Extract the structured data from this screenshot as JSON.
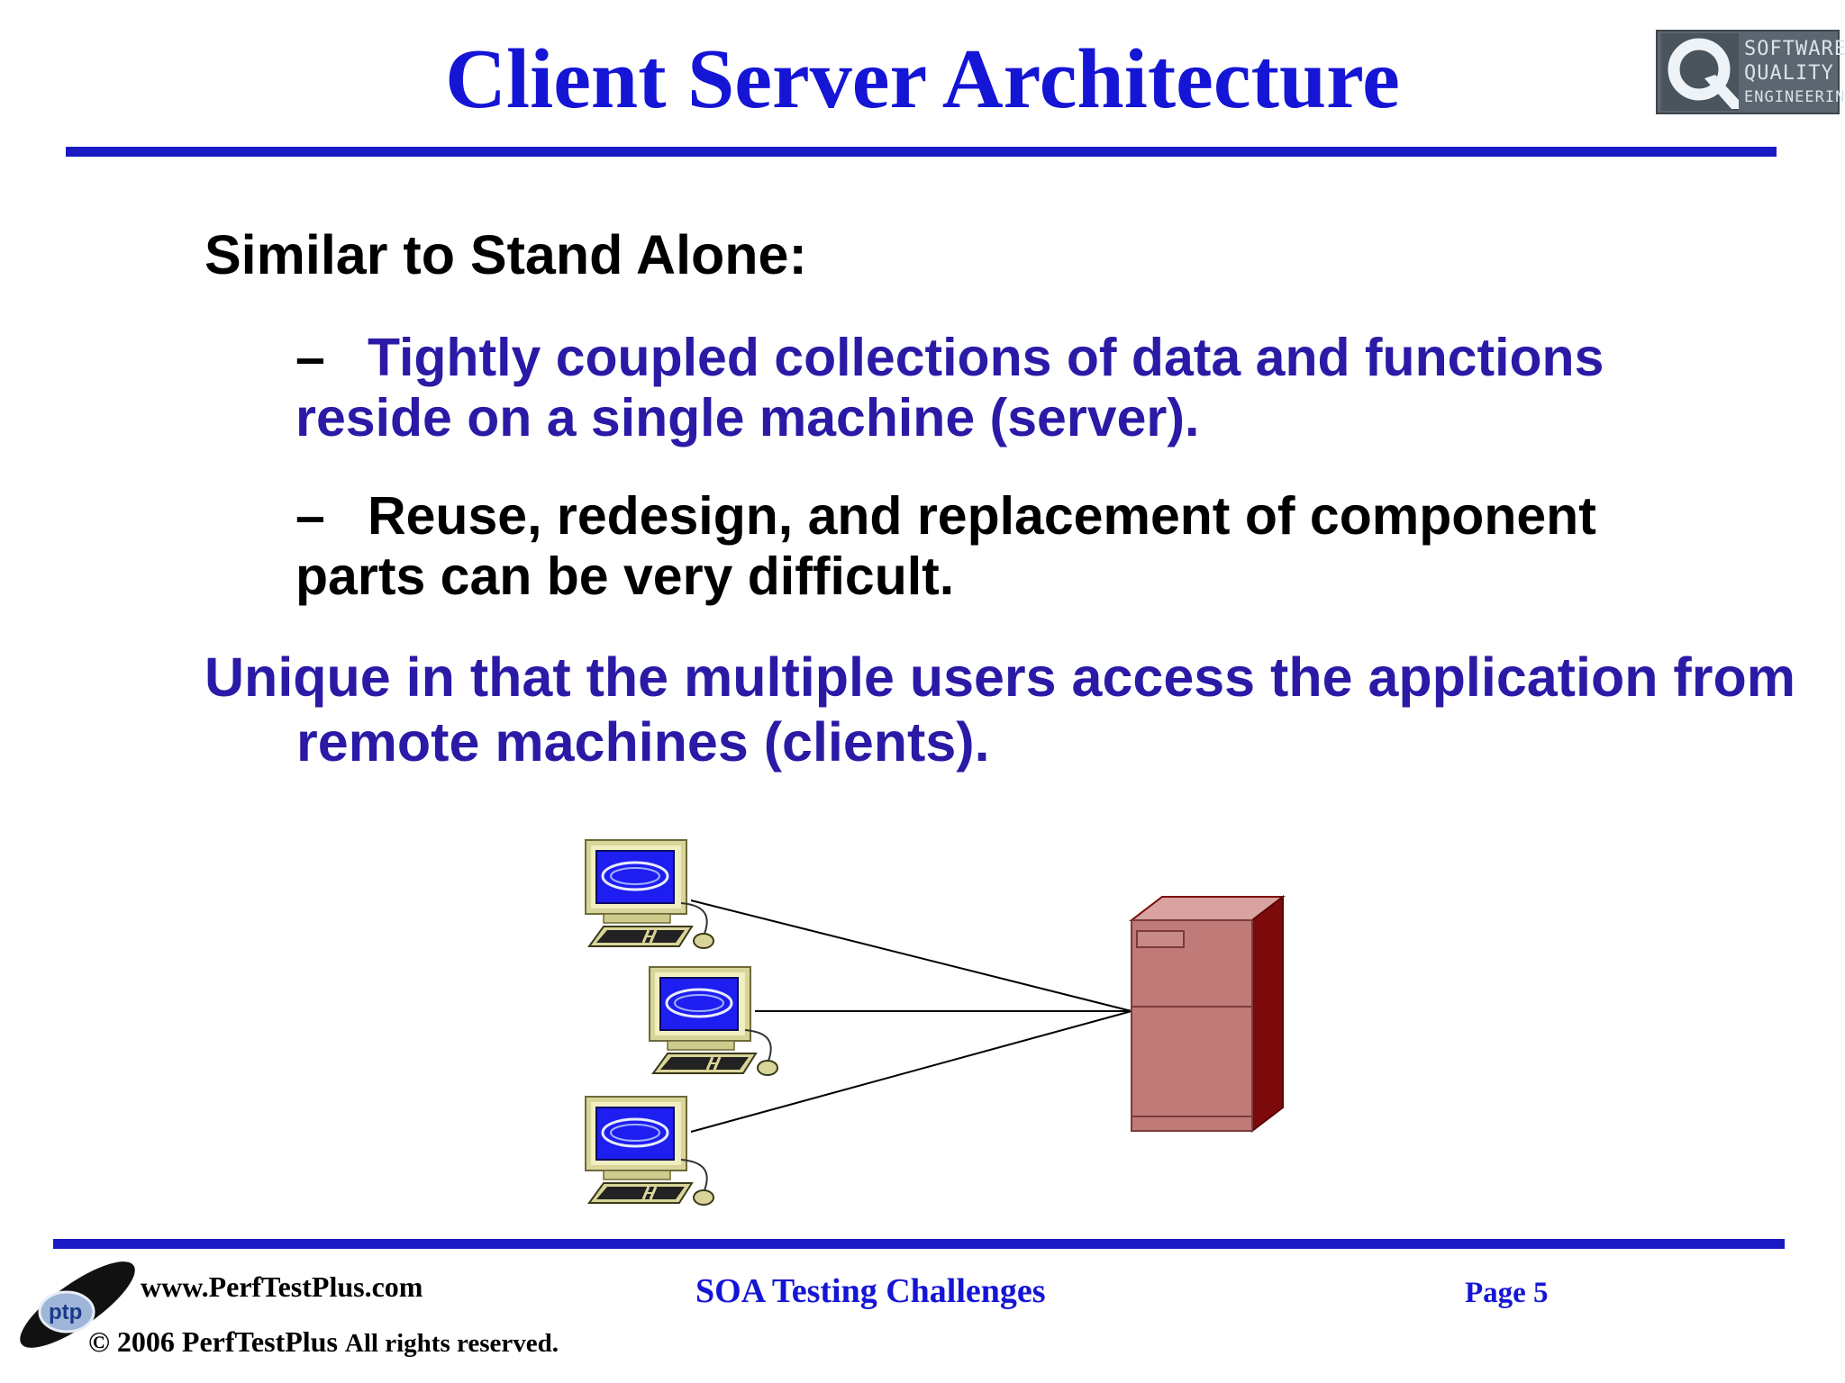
{
  "slide": {
    "title": "Client Server Architecture",
    "logo": {
      "line1": "SOFTWARE",
      "line2": "QUALITY",
      "line3": "ENGINEERING",
      "icon": "q-logo-icon",
      "background": "#5b6670"
    },
    "bullets": {
      "b1": "Similar to Stand Alone:",
      "sub1_dash": "–",
      "sub1": "Tightly coupled collections of data and functions reside on a single machine (server).",
      "sub2_dash": "–",
      "sub2": "Reuse, redesign, and replacement of component parts can be very difficult.",
      "b2": "Unique in that the multiple users access the application from remote machines (clients)."
    },
    "diagram": {
      "clients": [
        "client-computer-icon",
        "client-computer-icon",
        "client-computer-icon"
      ],
      "server": "server-cabinet-icon"
    }
  },
  "footer": {
    "url": "www.PerfTestPlus.com",
    "copyright_prefix": "© 2006 PerfTestPlus",
    "copyright_suffix": "All rights reserved.",
    "center": "SOA Testing Challenges",
    "page": "Page 5",
    "logo_text": "ptp"
  },
  "colors": {
    "title_blue": "#1515d6",
    "rule_blue": "#1a1ac4",
    "body_purple": "#2a1aa6",
    "server_red": "#c07a78",
    "server_dark": "#7d0a0a",
    "monitor_screen": "#1e1ef0"
  }
}
